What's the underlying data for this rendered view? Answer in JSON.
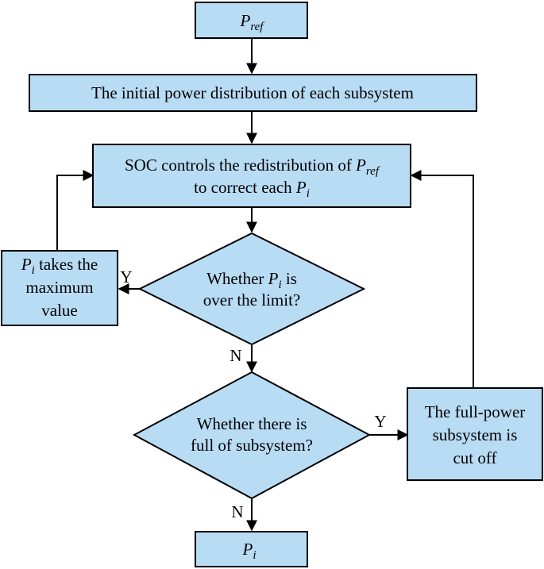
{
  "nodes": {
    "pref": {
      "main": "P",
      "sub": "ref"
    },
    "initial": {
      "line1": "The initial power distribution of each subsystem"
    },
    "soc": {
      "line1_pre": "SOC controls the redistribution of ",
      "line1_main": "P",
      "line1_sub": "ref",
      "line2_pre": "to correct each ",
      "line2_main": "P",
      "line2_sub": "i"
    },
    "limit": {
      "line1_pre": "Whether ",
      "line1_main": "P",
      "line1_sub": "i",
      "line1_post": " is",
      "line2": "over the limit?"
    },
    "max": {
      "line1_main": "P",
      "line1_sub": "i",
      "line1_post": " takes the",
      "line2": "maximum",
      "line3": "value"
    },
    "full": {
      "line1": "Whether there is",
      "line2": "full of subsystem?"
    },
    "cutoff": {
      "line1": "The full-power",
      "line2": "subsystem is",
      "line3": "cut off"
    },
    "pi": {
      "main": "P",
      "sub": "i"
    }
  },
  "edges": {
    "limit_yes": "Y",
    "limit_no": "N",
    "full_yes": "Y",
    "full_no": "N"
  },
  "colors": {
    "fill": "#b9dcf5",
    "stroke": "#000000"
  }
}
